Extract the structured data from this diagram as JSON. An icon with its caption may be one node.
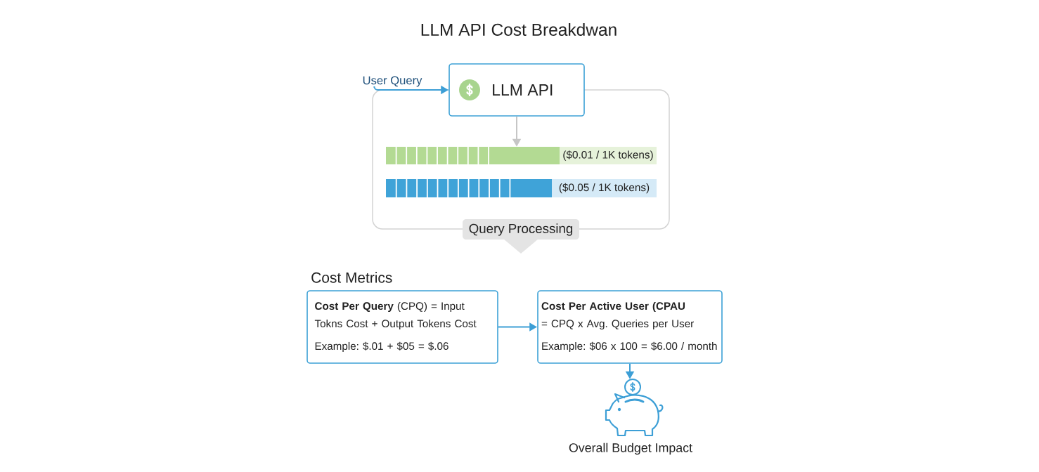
{
  "diagram": {
    "title": "LLM API Cost Breakdwan",
    "nodes": [
      {
        "text": [
          "User Query"
        ]
      },
      {
        "text": [
          "LLM API"
        ]
      },
      {
        "text": [
          "Query Processing"
        ]
      },
      {
        "text": [
          "($0.01 / 1K tokens)"
        ],
        "in": 2
      },
      {
        "text": [
          "($0.05 / 1K tokens)"
        ],
        "in": 2
      },
      {
        "text": [
          "**Cost Per Query** (CPQ) = Input Tokns Cost + Output Tokens Cost",
          "Example: $.01 + $05 = $.06"
        ]
      },
      {
        "text": [
          "Cost Per Active User (CPAU",
          "= CPQ x Avg. Queries per User",
          "Example: $06 x 100 = $6.00 / month"
        ]
      },
      {
        "text": [],
        "shape": "picture",
        "beside": [
          "Overall Budget Impact"
        ]
      }
    ],
    "edges": [
      {
        "from": 0,
        "to": 1,
        "arrow": "to"
      },
      {
        "from": 1,
        "to": 3,
        "arrow": "to",
        "color": "#c6c6c6"
      },
      {
        "from": 5,
        "to": 6,
        "arrow": "to"
      },
      {
        "from": 6,
        "to": 7,
        "arrow": "to"
      }
    ],
    "labels": [
      "Cost Metrics"
    ]
  }
}
